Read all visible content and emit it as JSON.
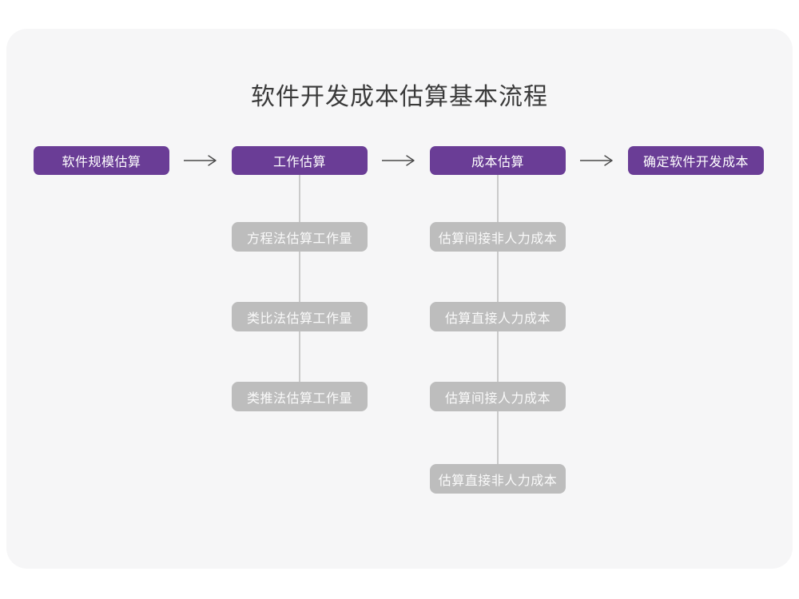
{
  "title": "软件开发成本估算基本流程",
  "colors": {
    "page_bg": "#ffffff",
    "card_bg": "#f6f6f7",
    "primary_node": "#6a3d96",
    "sub_node": "#bdbdbd",
    "node_text": "#ffffff",
    "title_text": "#3a3a3a",
    "connector": "#cacaca",
    "arrow": "#4a4a4a"
  },
  "icons": {
    "arrow_right": "arrow-right-icon"
  },
  "flow": {
    "direction": "left-to-right",
    "main_steps": [
      {
        "label": "软件规模估算",
        "substeps": []
      },
      {
        "label": "工作估算",
        "substeps": [
          "方程法估算工作量",
          "类比法估算工作量",
          "类推法估算工作量"
        ]
      },
      {
        "label": "成本估算",
        "substeps": [
          "估算间接非人力成本",
          "估算直接人力成本",
          "估算间接人力成本",
          "估算直接非人力成本"
        ]
      },
      {
        "label": "确定软件开发成本",
        "substeps": []
      }
    ]
  }
}
